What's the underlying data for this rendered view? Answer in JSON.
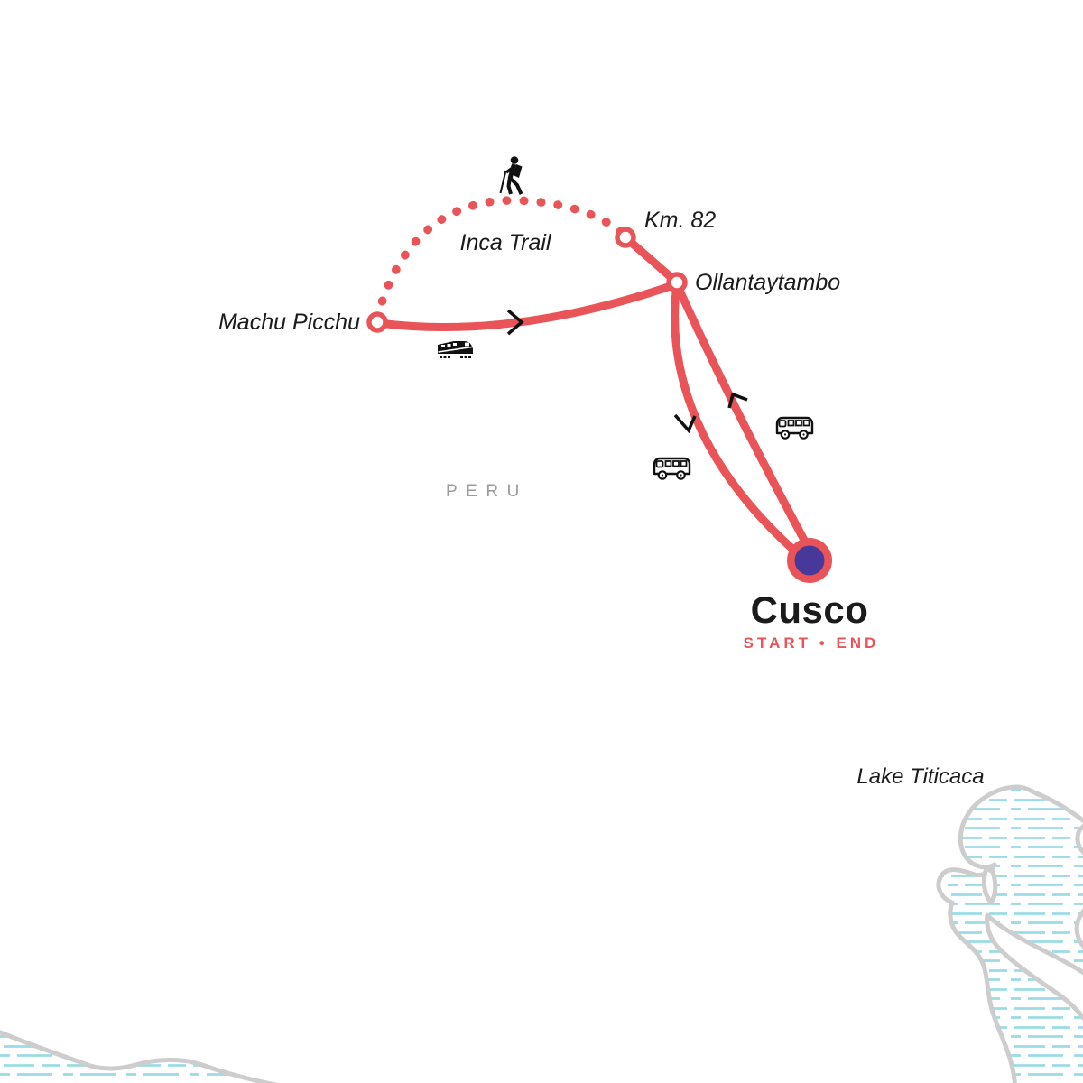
{
  "map": {
    "country_label": "PERU",
    "lake_label": "Lake Titicaca",
    "trail_label": "Inca Trail",
    "stops": {
      "cusco": {
        "name": "Cusco",
        "status": "START • END",
        "role": "start-end"
      },
      "ollantaytambo": {
        "name": "Ollantaytambo"
      },
      "km82": {
        "name": "Km. 82"
      },
      "machu_picchu": {
        "name": "Machu Picchu"
      }
    },
    "route_segments": [
      {
        "from": "Cusco",
        "to": "Ollantaytambo",
        "mode": "bus"
      },
      {
        "from": "Ollantaytambo",
        "to": "Km. 82",
        "mode": "bus"
      },
      {
        "from": "Km. 82",
        "to": "Machu Picchu",
        "mode": "hike",
        "via": "Inca Trail",
        "style": "dotted"
      },
      {
        "from": "Machu Picchu",
        "to": "Ollantaytambo",
        "mode": "train"
      },
      {
        "from": "Ollantaytambo",
        "to": "Cusco",
        "mode": "bus"
      }
    ],
    "colors": {
      "route": "#e85458",
      "start_end_marker": "#46399a",
      "marker_fill": "#ffffff",
      "map_border": "#cdcdcd",
      "water_hatch": "#9bdbe5",
      "text": "#1b1b1b",
      "country_label": "#9b9b9b"
    },
    "icons": {
      "hike": "hiker-icon",
      "train": "train-icon",
      "bus": "bus-icon",
      "direction": "direction-arrow-icon"
    }
  }
}
